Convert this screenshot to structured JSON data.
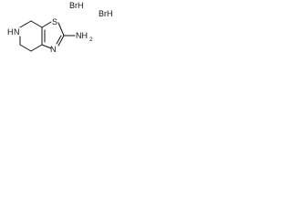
{
  "structure": {
    "salts": [
      {
        "label": "BrH"
      },
      {
        "label": "BrH"
      }
    ],
    "atoms": {
      "ring_nitrogen": "H",
      "ring_nitrogen_symbol": "N",
      "sulfur": "S",
      "thiazole_nitrogen": "N",
      "amine_symbol": "NH",
      "amine_subscript": "2"
    }
  }
}
